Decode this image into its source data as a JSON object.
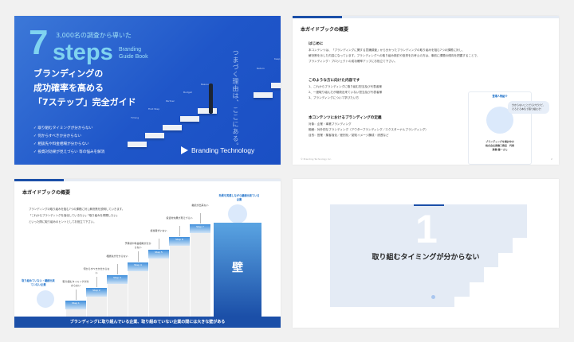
{
  "slide1": {
    "big_number": "7",
    "steps_word": "steps",
    "subtitle": "3,000名の調査から導いた",
    "guide_line1": "Branding",
    "guide_line2": "Guide Book",
    "headline": [
      "ブランディングの",
      "成功確率を高める",
      "「7ステップ」完全ガイド"
    ],
    "checks": [
      "取り組むタイミングが分からない",
      "何からすべきか分からない",
      "相談先や料金相場が分からない",
      "投資対効果が見えづらい 等の悩みを解消"
    ],
    "check_mark": "✓",
    "vertical_copy": "つまづく理由は、ここにある。",
    "stair_labels": [
      "Timing",
      "First Step",
      "Partner",
      "Budget",
      "Resource",
      "Return",
      "Keep & Grow"
    ],
    "logo_text": "Branding Technology"
  },
  "slide2": {
    "title": "本ガイドブックの概要",
    "intro_heading": "はじめに",
    "intro_lines": [
      "本コンテンツは、「ブランディングに関する意識調査」から分かったブランディングの取り組みを阻む7つの課題に対し、",
      "解決策を示した内容になっています。ブランディングへの取り組み検討や投資をお考えの方は、事前に課題の傾向を把握することで、",
      "ブランディング・プロジェクトの成功確率アップにお役立て下さい。"
    ],
    "audience_heading": "このような方に向けた内容です",
    "audience": [
      "1、これからブランディングに取り組む担当及び代表者様",
      "2、一度取り組んだが継続出来ていない担当及び代表者様",
      "3、ブランディングについて学びたい方"
    ],
    "definition_heading": "本コンテンツにおけるブランディングの定義",
    "definitions": [
      "対象：企業・事業ブランディング",
      "範囲：対外的なブランディング（アウターブランディング／エクスターナルブランディング）",
      "目的：営業・集客強化／差別化／認知イメージ醸成・浸透など"
    ],
    "card_title": "登場人物紹介",
    "bubble": [
      "分からないことだらけだけど、",
      "そろそろ本気で取り組むぞ！"
    ],
    "card_caption": [
      "ブランディングを検討中の",
      "株式会社高橋工務店　代表",
      "高橋 健一さん"
    ],
    "footer": "© Branding Technology Inc.",
    "page": "2"
  },
  "slide3": {
    "title": "本ガイドブックの概要",
    "description": [
      "ブランディングの取り組みを阻む7つの課題に対し解決策を説明していきます。",
      "「これからブランディングを強化していきたい」「取り組みを再開したい」",
      "といった際に取り組みのヒントとしてお役立て下さい。"
    ],
    "steps": [
      {
        "label": "Step 1",
        "issue": "取り組むタイミングが分からない"
      },
      {
        "label": "Step 2",
        "issue": "何からすべきか分からない"
      },
      {
        "label": "Step 3",
        "issue": "相談先が分からない"
      },
      {
        "label": "Step 4",
        "issue": "予算感や料金相場が分からない"
      },
      {
        "label": "Step 5",
        "issue": "担当者がいない"
      },
      {
        "label": "Step 6",
        "issue": "投資対効果が見えづらい"
      },
      {
        "label": "Step 7",
        "issue": "継続が出来ない"
      }
    ],
    "left_person": "取り組めていない・継続出来ていない企業",
    "right_person": "効果を実感しながら継続出来ている企業",
    "wall": "壁",
    "banner": "ブランディングに取り組んでいる企業、取り組めていない企業の間には大きな壁がある"
  },
  "slide4": {
    "number": "1",
    "title": "取り組むタイミングが分からない"
  },
  "colors": {
    "brand": "#1b4fa8",
    "cover": "#2a62d0",
    "accent": "#7fd3f0",
    "light": "#e4ebf5"
  }
}
